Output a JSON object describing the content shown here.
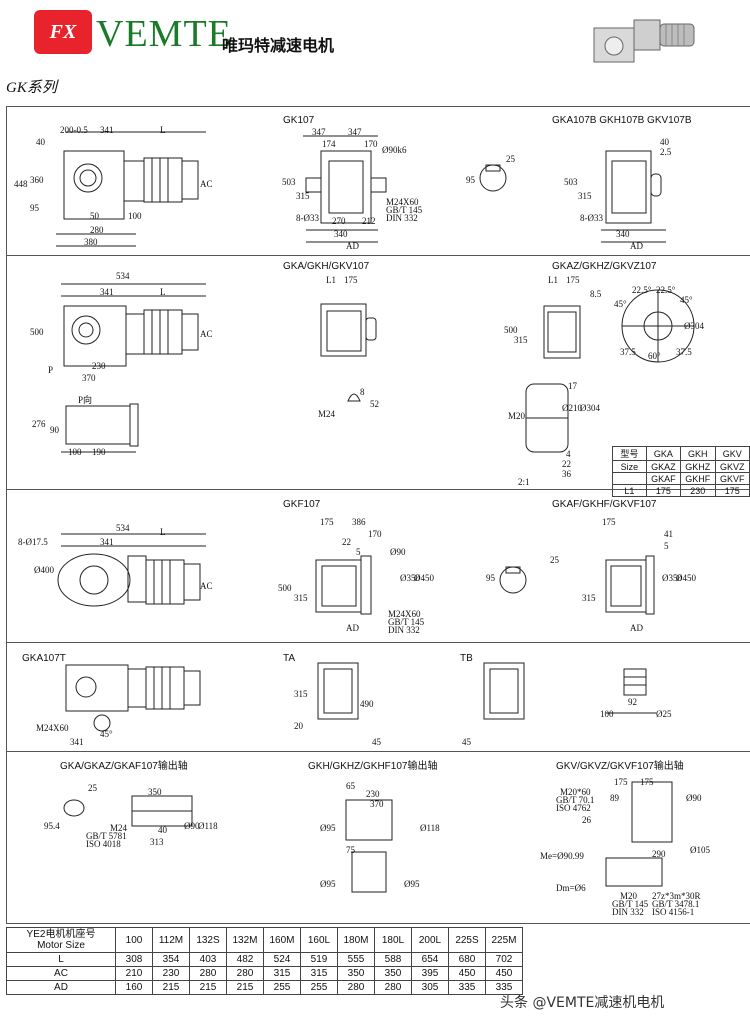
{
  "header": {
    "logo_mark": "FX",
    "brand": "VEMTE",
    "brand_cn": "唯玛特减速电机",
    "series": "GK系列"
  },
  "sections": {
    "s1": {
      "gk107": {
        "title": "GK107",
        "d347a": "347",
        "d347b": "347",
        "d174": "174",
        "d170": "170",
        "d503": "503",
        "d315": "315",
        "d270": "270",
        "d212": "212",
        "d340": "340",
        "dAD": "AD",
        "d8": "8-Ø33",
        "m24": "M24X60",
        "gb": "GB/T 145",
        "din": "DIN 332",
        "d90": "Ø90k6"
      },
      "front": {
        "d200": "200-0.5",
        "d341": "341",
        "dL": "L",
        "d40": "40",
        "d448": "448",
        "d360": "360",
        "d95": "95",
        "d50": "50",
        "d280": "280",
        "d100": "100",
        "d380": "380",
        "dAC": "AC"
      },
      "key": {
        "d95": "95",
        "d25": "25"
      },
      "hollow": {
        "title": "GKA107B GKH107B GKV107B",
        "d40": "40",
        "d25": "2.5",
        "d503": "503",
        "d315": "315",
        "d8": "8-Ø33",
        "d340": "340",
        "dAD": "AD"
      }
    },
    "s2": {
      "front": {
        "d534": "534",
        "d341": "341",
        "dL": "L",
        "d500": "500",
        "d230": "230",
        "d370": "370",
        "dP": "P",
        "dAC": "AC"
      },
      "pdir": {
        "title": "P向",
        "d276": "276",
        "d90": "90",
        "d100": "100",
        "d190": "190"
      },
      "gka": {
        "title": "GKA/GKH/GKV107",
        "dL1": "L1",
        "d175": "175",
        "m24": "M24",
        "d52": "52",
        "d8": "8"
      },
      "gkaz": {
        "title": "GKAZ/GKHZ/GKVZ107",
        "dL1": "L1",
        "d175": "175",
        "d85": "8.5",
        "d500": "500",
        "d315": "315",
        "a45a": "45°",
        "a225": "22.5°",
        "a225b": "22.5°",
        "a45b": "45°",
        "a60": "60°",
        "d304": "Ø304",
        "d375a": "37.5",
        "d375b": "37.5"
      },
      "flange": {
        "d17": "17",
        "d4": "4",
        "d22": "22",
        "d36": "36",
        "m20": "M20",
        "d210": "Ø210",
        "d304": "Ø304",
        "scale": "2:1"
      },
      "l1table": {
        "rows": [
          [
            "型号",
            "GKA",
            "GKH",
            "GKV"
          ],
          [
            "Size",
            "GKAZ",
            "GKHZ",
            "GKVZ"
          ],
          [
            "",
            "GKAF",
            "GKHF",
            "GKVF"
          ],
          [
            "L1",
            "175",
            "230",
            "175"
          ]
        ]
      }
    },
    "s3": {
      "front": {
        "d534": "534",
        "d341": "341",
        "dL": "L",
        "d8": "8-Ø17.5",
        "d400": "Ø400",
        "dAC": "AC"
      },
      "gkf": {
        "title": "GKF107",
        "d175": "175",
        "d386": "386",
        "d170": "170",
        "d22": "22",
        "d5": "5",
        "d500": "500",
        "d315": "315",
        "d350": "Ø350",
        "d450": "Ø450",
        "d90": "Ø90",
        "m24": "M24X60",
        "gb": "GB/T 145",
        "din": "DIN 332",
        "dAD": "AD"
      },
      "key": {
        "d95": "95",
        "d25": "25"
      },
      "gkaf": {
        "title": "GKAF/GKHF/GKVF107",
        "d175": "175",
        "d41": "41",
        "d5": "5",
        "d315": "315",
        "d350": "Ø350",
        "d450": "Ø450",
        "dAD": "AD"
      }
    },
    "s4": {
      "gka107t": {
        "title": "GKA107T",
        "m24": "M24X60",
        "d341": "341",
        "a45": "45°"
      },
      "ta": {
        "title": "TA",
        "d315": "315",
        "d20": "20",
        "d490": "490",
        "d45": "45"
      },
      "tb": {
        "title": "TB",
        "d45": "45"
      },
      "shaft": {
        "d100": "100",
        "d92": "92",
        "d25": "Ø25"
      }
    },
    "s5": {
      "gka": {
        "title": "GKA/GKAZ/GKAF107输出轴",
        "d25": "25",
        "d95": "95.4",
        "d350": "350",
        "m24": "M24",
        "gb": "GB/T 5781",
        "iso": "ISO 4018",
        "d40": "40",
        "d313": "313",
        "d90": "Ø90",
        "d118": "Ø118"
      },
      "gkh": {
        "title": "GKH/GKHZ/GKHF107输出轴",
        "d65": "65",
        "d230": "230",
        "d370": "370",
        "d75": "75",
        "d95a": "Ø95",
        "d118": "Ø118",
        "d95b": "Ø95",
        "d95c": "Ø95"
      },
      "gkv": {
        "title": "GKV/GKVZ/GKVF107输出轴",
        "d175a": "175",
        "d175b": "175",
        "m20": "M20*60",
        "gb": "GB/T 70.1",
        "iso": "ISO 4762",
        "d89": "89",
        "d26": "26",
        "d90": "Ø90",
        "d105": "Ø105",
        "d290": "290",
        "me": "Me=Ø90.99",
        "dm": "Dm=Ø6",
        "m20b": "M20",
        "gb2": "GB/T 145",
        "din": "DIN 332",
        "spl": "27z*3m*30R",
        "gb3": "GB/T 3478.1",
        "iso2": "ISO 4156-1"
      }
    }
  },
  "motor_table": {
    "header_label": "YE2电机机座号",
    "header_label2": "Motor Size",
    "sizes": [
      "100",
      "112M",
      "132S",
      "132M",
      "160M",
      "160L",
      "180M",
      "180L",
      "200L",
      "225S",
      "225M"
    ],
    "rows": [
      {
        "name": "L",
        "values": [
          "308",
          "354",
          "403",
          "482",
          "524",
          "519",
          "555",
          "588",
          "654",
          "680",
          "702"
        ]
      },
      {
        "name": "AC",
        "values": [
          "210",
          "230",
          "280",
          "280",
          "315",
          "315",
          "350",
          "350",
          "395",
          "450",
          "450"
        ]
      },
      {
        "name": "AD",
        "values": [
          "160",
          "215",
          "215",
          "215",
          "255",
          "255",
          "280",
          "280",
          "305",
          "335",
          "335"
        ]
      }
    ]
  },
  "watermark": "头条 @VEMTE减速机电机"
}
